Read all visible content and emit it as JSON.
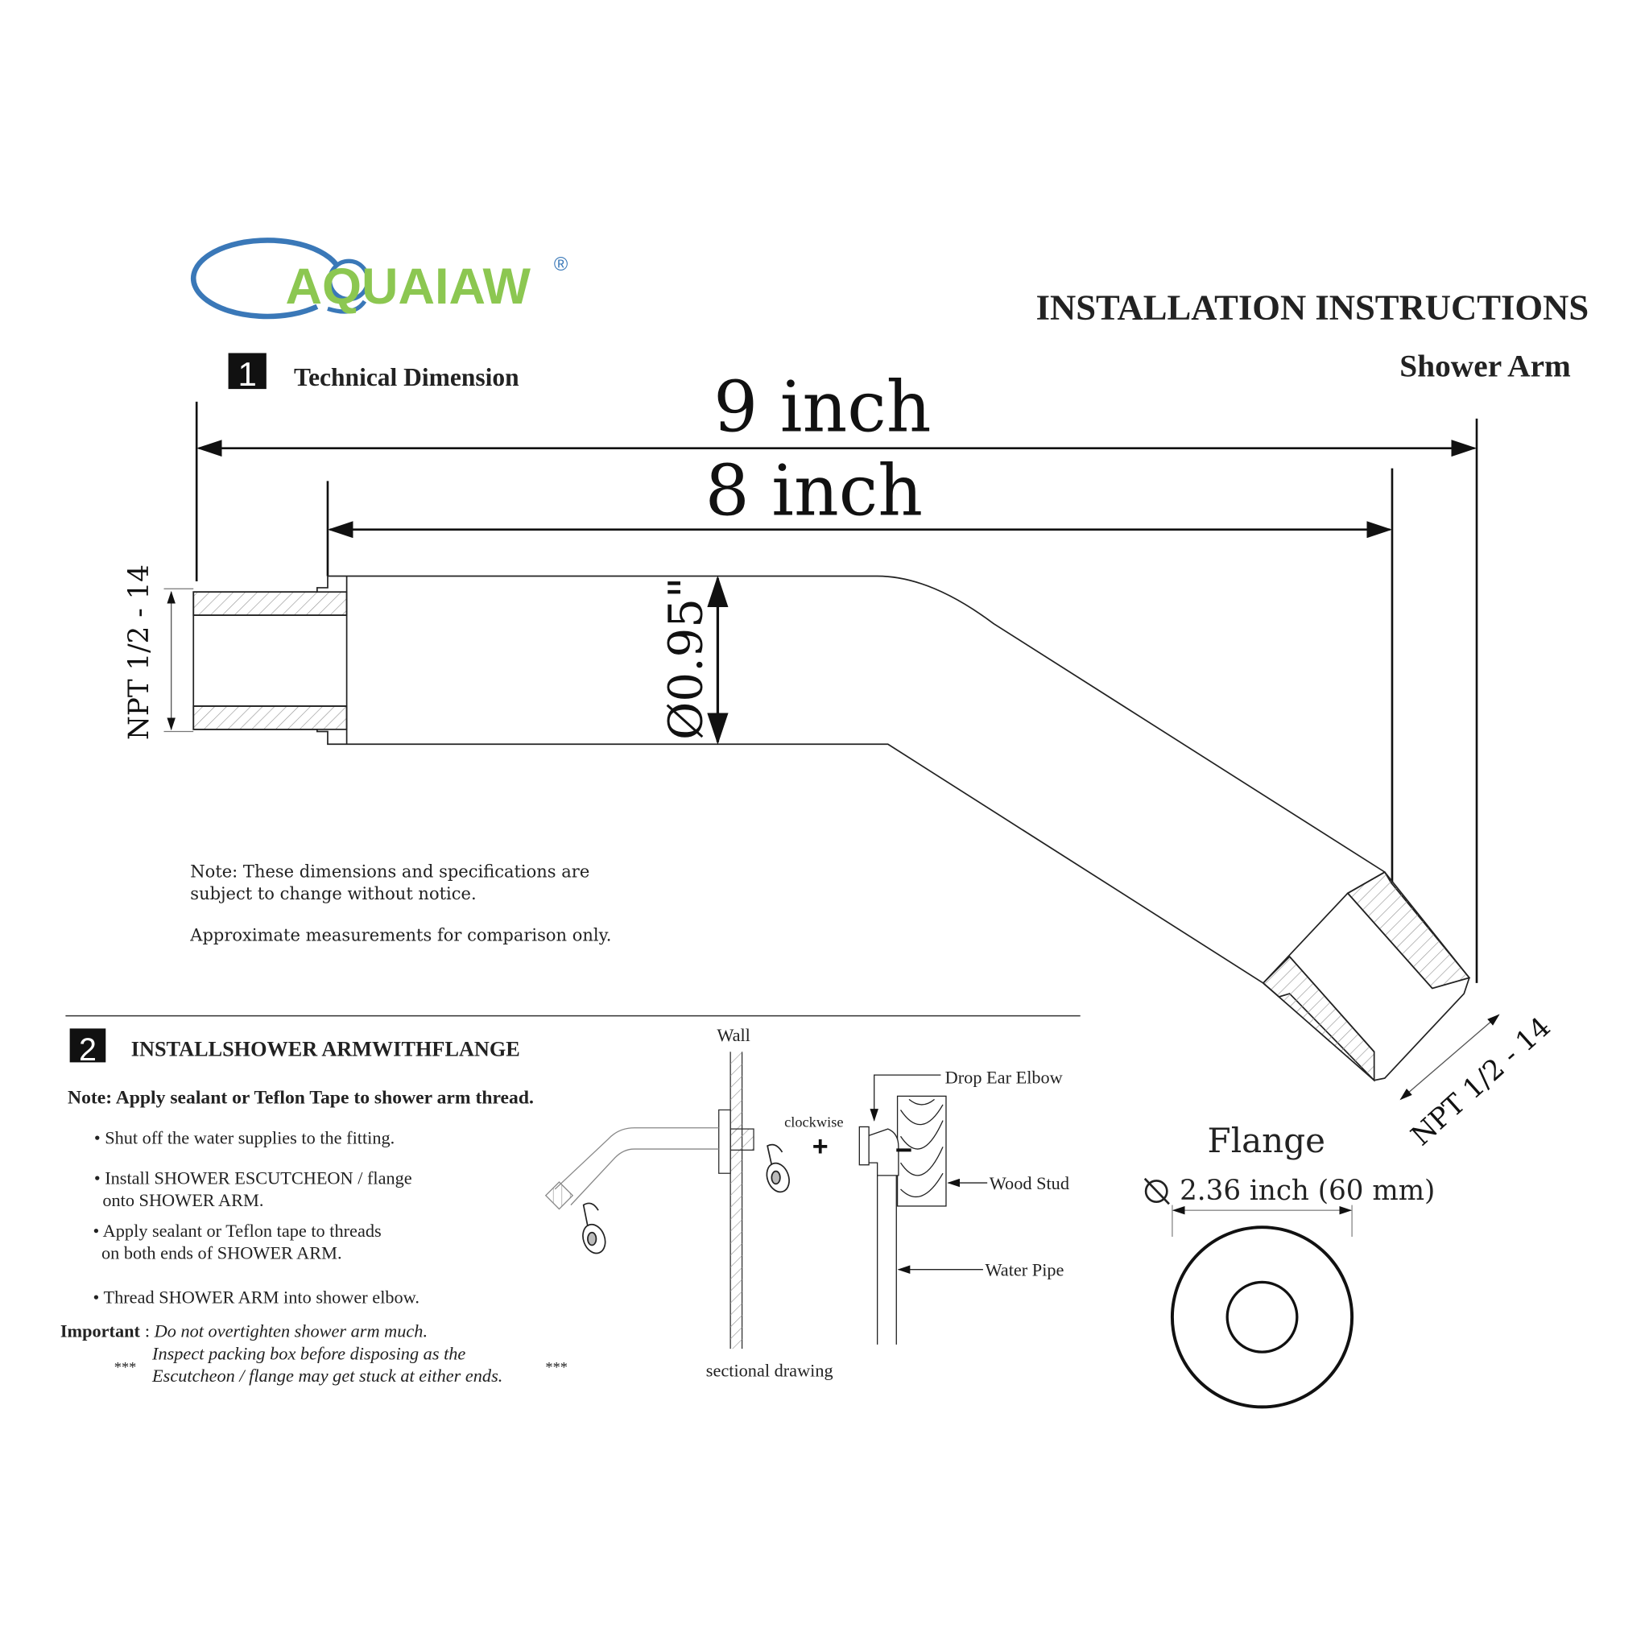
{
  "brand": {
    "name": "AQUAIAW",
    "registered": "®",
    "blue": "#3a78b8",
    "green": "#8cc751"
  },
  "header": {
    "title": "INSTALLATION INSTRUCTIONS",
    "subtitle": "Shower Arm"
  },
  "section1": {
    "number": "1",
    "title": "Technical Dimension",
    "dim_overall": "9 inch",
    "dim_inner": "8 inch",
    "dim_diameter": "Ø0.95\"",
    "thread_left": "NPT 1/2 - 14",
    "thread_right": "NPT 1/2 - 14",
    "note_line1": "Note: These dimensions and specifications are",
    "note_line2": "subject to change without notice.",
    "note_line3": "Approximate measurements for comparison only."
  },
  "flange": {
    "title": "Flange",
    "diameter": "2.36 inch (60 mm)"
  },
  "section2": {
    "number": "2",
    "title": "INSTALLSHOWER ARMWITHFLANGE",
    "note": "Note: Apply sealant or Teflon Tape to shower arm thread.",
    "bullets": [
      {
        "line1": "• Shut off the water supplies to the fitting.",
        "line2": ""
      },
      {
        "line1": "• Install SHOWER ESCUTCHEON / flange",
        "line2": "onto SHOWER ARM."
      },
      {
        "line1": "• Apply sealant or Teflon tape to threads",
        "line2": "on both ends of SHOWER ARM."
      },
      {
        "line1": "• Thread SHOWER ARM into shower elbow.",
        "line2": ""
      }
    ],
    "important_label": "Important",
    "important_line1": "Do not overtighten shower arm much.",
    "important_line2": "Inspect packing box before disposing as the",
    "important_line3": "Escutcheon / flange may get stuck at either ends.",
    "stars": "***"
  },
  "diagram": {
    "wall": "Wall",
    "clockwise": "clockwise",
    "plus": "+",
    "drop_ear_elbow": "Drop Ear Elbow",
    "wood_stud": "Wood Stud",
    "water_pipe": "Water Pipe",
    "caption": "sectional drawing"
  }
}
